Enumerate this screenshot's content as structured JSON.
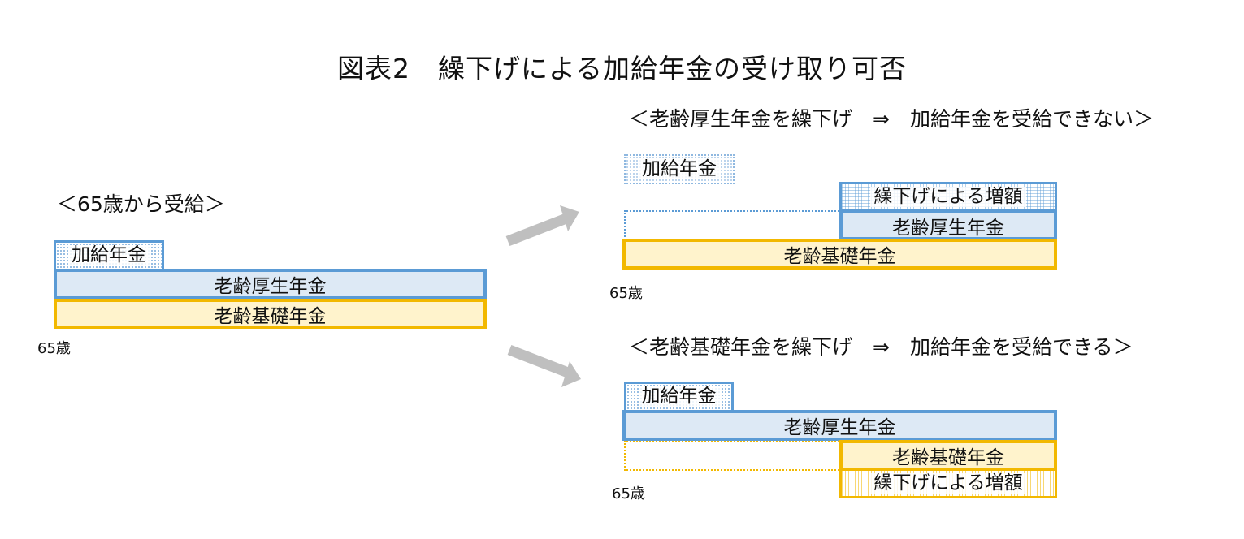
{
  "title": "図表2　繰下げによる加給年金の受け取り可否",
  "left": {
    "heading": "＜65歳から受給＞",
    "kakyu": "加給年金",
    "kousei": "老齢厚生年金",
    "kiso": "老齢基礎年金",
    "age": "65歳"
  },
  "top_right": {
    "heading": "＜老齢厚生年金を繰下げ　⇒　加給年金を受給できない＞",
    "kakyu": "加給年金",
    "zougaku": "繰下げによる増額",
    "kousei": "老齢厚生年金",
    "kiso": "老齢基礎年金",
    "age": "65歳"
  },
  "bottom_right": {
    "heading": "＜老齢基礎年金を繰下げ　⇒　加給年金を受給できる＞",
    "kakyu": "加給年金",
    "kousei": "老齢厚生年金",
    "kiso": "老齢基礎年金",
    "zougaku": "繰下げによる増額",
    "age": "65歳"
  },
  "colors": {
    "kousei_fill": "#dde9f5",
    "kousei_border": "#5b9bd5",
    "kiso_fill": "#fff3cc",
    "kiso_border": "#f2b800",
    "arrow": "#bfbfbf"
  }
}
